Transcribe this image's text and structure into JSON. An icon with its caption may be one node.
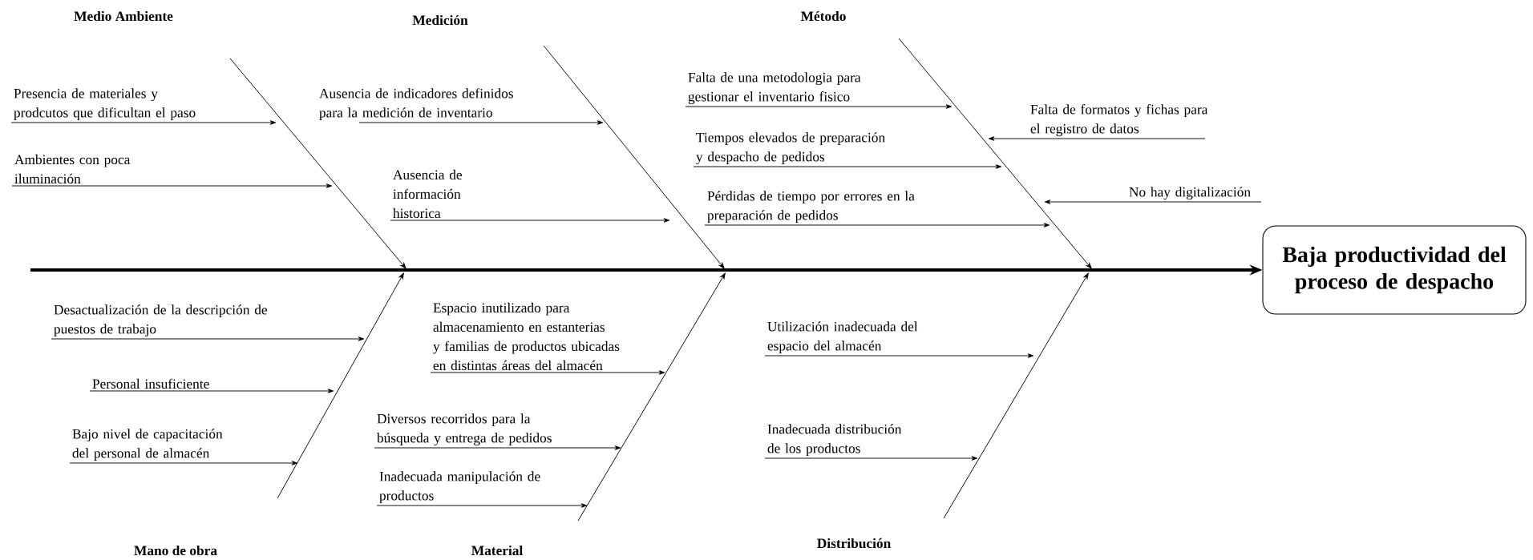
{
  "diagram": {
    "nodes": [
      {
        "text": [
          "Medio Ambiente"
        ]
      },
      {
        "text": [
          "Presencia de materiales y prodcutos que dificultan el paso"
        ]
      },
      {
        "text": [
          "Ambientes con poca iluminación"
        ]
      },
      {
        "text": [
          "Medición"
        ]
      },
      {
        "text": [
          "Ausencia de indicadores definidos para la medición de inventario"
        ]
      },
      {
        "text": [
          "Ausencia de información historica"
        ]
      },
      {
        "text": [
          "Método"
        ]
      },
      {
        "text": [
          "Falta de una metodologia para gestionar el inventario fisico"
        ]
      },
      {
        "text": [
          "Tiempos elevados de preparación y despacho de pedidos"
        ]
      },
      {
        "text": [
          "Pérdidas de tiempo por errores en la preparación de pedidos"
        ]
      },
      {
        "text": [
          "Falta de formatos y fichas para el registro de datos"
        ]
      },
      {
        "text": [
          "No hay digitalización"
        ]
      },
      {
        "text": [
          "Mano de obra"
        ]
      },
      {
        "text": [
          "Desactualización de la descripción de puestos de trabajo"
        ]
      },
      {
        "text": [
          "Personal insuficiente"
        ]
      },
      {
        "text": [
          "Bajo nivel de capacitación del personal de almacén"
        ]
      },
      {
        "text": [
          "Material"
        ]
      },
      {
        "text": [
          "Espacio inutilizado para almacenamiento en estanterias y familias de productos ubicadas en distintas áreas del almacén"
        ]
      },
      {
        "text": [
          "Diversos recorridos para la búsqueda y entrega de pedidos"
        ]
      },
      {
        "text": [
          "Inadecuada manipulación de productos"
        ]
      },
      {
        "text": [
          "Distribución"
        ]
      },
      {
        "text": [
          "Utilización inadecuada del espacio del almacén"
        ]
      },
      {
        "text": [
          "Inadecuada distribución de los productos"
        ]
      },
      {
        "text": [
          "Baja productividad del proceso de despacho"
        ]
      }
    ],
    "edges": [
      {
        "from": 1,
        "to": null,
        "arrow": "to"
      },
      {
        "from": 2,
        "to": null,
        "arrow": "to"
      },
      {
        "from": 4,
        "to": null,
        "arrow": "to"
      },
      {
        "from": 5,
        "to": null,
        "arrow": "to"
      },
      {
        "from": 7,
        "to": null,
        "arrow": "to"
      },
      {
        "from": 8,
        "to": null,
        "arrow": "to"
      },
      {
        "from": 9,
        "to": null,
        "arrow": "to"
      },
      {
        "from": 10,
        "to": null,
        "arrow": "to"
      },
      {
        "from": 11,
        "to": null,
        "arrow": "to"
      },
      {
        "from": 13,
        "to": null,
        "arrow": "to"
      },
      {
        "from": 14,
        "to": null,
        "arrow": "to"
      },
      {
        "from": 15,
        "to": null,
        "arrow": "to"
      },
      {
        "from": 17,
        "to": null,
        "arrow": "to"
      },
      {
        "from": 18,
        "to": null,
        "arrow": "to"
      },
      {
        "from": 19,
        "to": null,
        "arrow": "to"
      },
      {
        "from": 21,
        "to": null,
        "arrow": "to"
      },
      {
        "from": 22,
        "to": null,
        "arrow": "to"
      },
      {
        "from": 0,
        "to": null,
        "arrow": "to"
      },
      {
        "from": 3,
        "to": null,
        "arrow": "to"
      },
      {
        "from": 6,
        "to": null,
        "arrow": "to"
      },
      {
        "from": 12,
        "to": null,
        "arrow": "to"
      },
      {
        "from": 16,
        "to": null,
        "arrow": "to"
      },
      {
        "from": 20,
        "to": null,
        "arrow": "to"
      },
      {
        "from": null,
        "to": 23,
        "arrow": "to",
        "style": "thick"
      }
    ]
  }
}
